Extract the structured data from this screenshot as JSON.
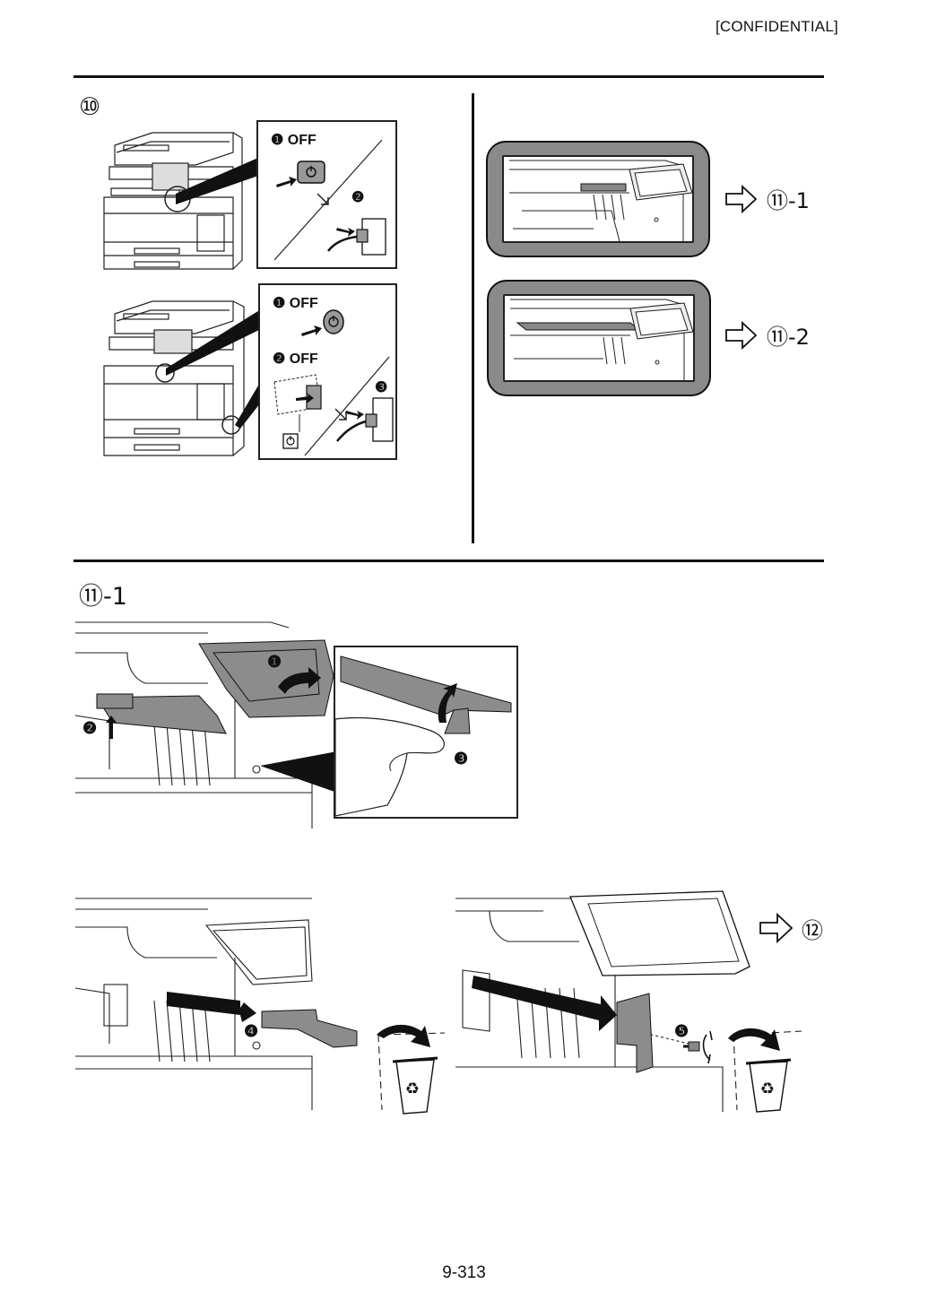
{
  "header": {
    "confidential": "[CONFIDENTIAL]"
  },
  "section10": {
    "step": "⑩",
    "upper_inset": {
      "step1": "❶ OFF",
      "step2": "❷"
    },
    "lower_inset": {
      "step1": "❶ OFF",
      "step2": "❷ OFF",
      "step3": "❸"
    },
    "options": [
      {
        "goto": "⑪-1"
      },
      {
        "goto": "⑪-2"
      }
    ]
  },
  "section11_1": {
    "step": "⑪-1",
    "callouts": {
      "c1": "❶",
      "c2": "❷",
      "c3": "❸",
      "c4": "❹",
      "c5": "❺"
    },
    "next": "⑫"
  },
  "footer": {
    "page_number": "9-313"
  },
  "colors": {
    "rule": "#111111",
    "part_gray": "#8c8c8c",
    "thumb_frame": "#8a8a8a"
  }
}
